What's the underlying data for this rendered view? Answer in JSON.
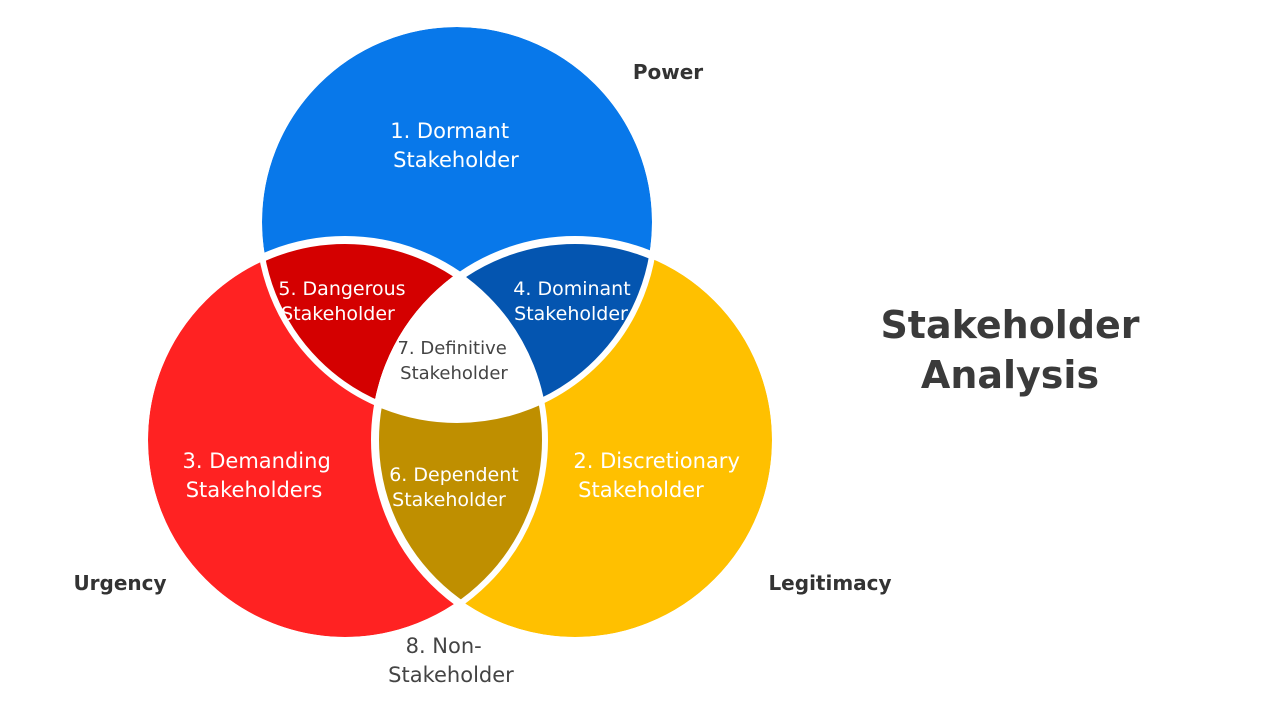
{
  "title": {
    "line1": "Stakeholder",
    "line2": "Analysis"
  },
  "circles": {
    "power": {
      "label": "Power",
      "color": "#0878EA"
    },
    "urgency": {
      "label": "Urgency",
      "color": "#FF2222"
    },
    "legitimacy": {
      "label": "Legitimacy",
      "color": "#FFC000"
    }
  },
  "regions": {
    "dormant": {
      "line1": "1. Dormant",
      "line2": "Stakeholder"
    },
    "discretionary": {
      "line1": "2. Discretionary",
      "line2": "Stakeholder"
    },
    "demanding": {
      "line1": "3. Demanding",
      "line2": "Stakeholders"
    },
    "dominant": {
      "line1": "4. Dominant",
      "line2": "Stakeholder",
      "color": "#0455B0"
    },
    "dangerous": {
      "line1": "5. Dangerous",
      "line2": "Stakeholder",
      "color": "#D40000"
    },
    "dependent": {
      "line1": "6. Dependent",
      "line2": "Stakeholder",
      "color": "#BF8F00"
    },
    "definitive": {
      "line1": "7. Definitive",
      "line2": "Stakeholder",
      "color": "#FFFFFF"
    },
    "non": {
      "line1": "8. Non-",
      "line2": "Stakeholder"
    }
  }
}
